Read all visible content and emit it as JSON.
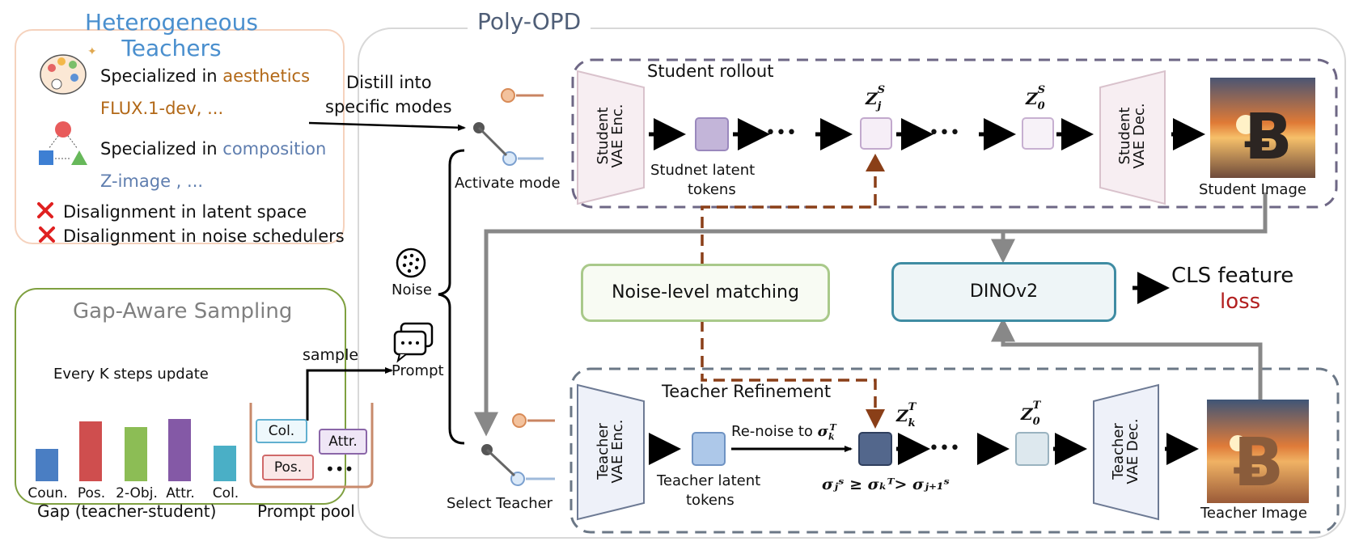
{
  "teachers": {
    "title": "Heterogeneous Teachers",
    "aesthetics_prefix": "Specialized in",
    "aesthetics_word": "aesthetics",
    "aesthetics_models": "FLUX.1-dev, ...",
    "composition_prefix": "Specialized in",
    "composition_word": "composition",
    "composition_models": "Z-image , ...",
    "issue_1": "Disalignment in latent space",
    "issue_2": "Disalignment in noise schedulers"
  },
  "gap": {
    "title": "Gap-Aware Sampling",
    "update_label": "Every K steps update",
    "sample_label": "sample",
    "bars": [
      {
        "label": "Coun.",
        "value": 0.36,
        "color": "#4a7ec3"
      },
      {
        "label": "Pos.",
        "value": 0.66,
        "color": "#cf4e4e"
      },
      {
        "label": "2-Obj.",
        "value": 0.6,
        "color": "#8cbd55"
      },
      {
        "label": "Attr.",
        "value": 0.69,
        "color": "#8459a6"
      },
      {
        "label": "Col.",
        "value": 0.39,
        "color": "#4aafc6"
      }
    ],
    "axis_label": "Gap (teacher-student)",
    "pool_label": "Prompt pool",
    "pool_items": [
      "Col.",
      "Pos.",
      "Attr."
    ],
    "pool_more": "•••"
  },
  "main": {
    "title": "Poly-OPD",
    "distill_line1": "Distill into",
    "distill_line2": "specific modes",
    "activate_mode": "Activate mode",
    "noise_label": "Noise",
    "prompt_label": "Prompt",
    "select_teacher": "Select Teacher",
    "student_rollout": "Student rollout",
    "student_enc_1": "Student",
    "student_enc_2": "VAE Enc.",
    "student_latent_1": "Studnet latent",
    "student_latent_2": "tokens",
    "student_dec_1": "Student",
    "student_dec_2": "VAE Dec.",
    "student_image": "Student Image",
    "z_j_s": "Z",
    "dots": "•••",
    "noise_matching": "Noise-level matching",
    "dino": "DINOv2",
    "cls_line1": "CLS feature",
    "cls_line2": "loss",
    "teacher_refinement": "Teacher Refinement",
    "teacher_enc_1": "Teacher",
    "teacher_enc_2": "VAE Enc.",
    "teacher_latent_1": "Teacher latent",
    "teacher_latent_2": "tokens",
    "renoise": "Re-noise to",
    "teacher_dec_1": "Teacher",
    "teacher_dec_2": "VAE Dec.",
    "teacher_image": "Teacher Image",
    "sigma_relation": "σⱼˢ ≥ σₖᵀ> σⱼ₊₁ˢ"
  },
  "colors": {
    "teachers_border": "#f5d2bd",
    "gap_border": "#7fa040",
    "poly_border": "#d8d8d8",
    "dashed_border": "#6e6785",
    "teacher_dashed": "#6b7786",
    "orange_text": "#b26817",
    "blue_text": "#5f7eaf",
    "title_blue": "#4a8fce",
    "matching_border": "#a9c98a",
    "dino_border": "#3f8ca3",
    "dino_fill": "#eef5f7",
    "loss_red": "#b21f1f",
    "brown_dash": "#8a3f18"
  }
}
